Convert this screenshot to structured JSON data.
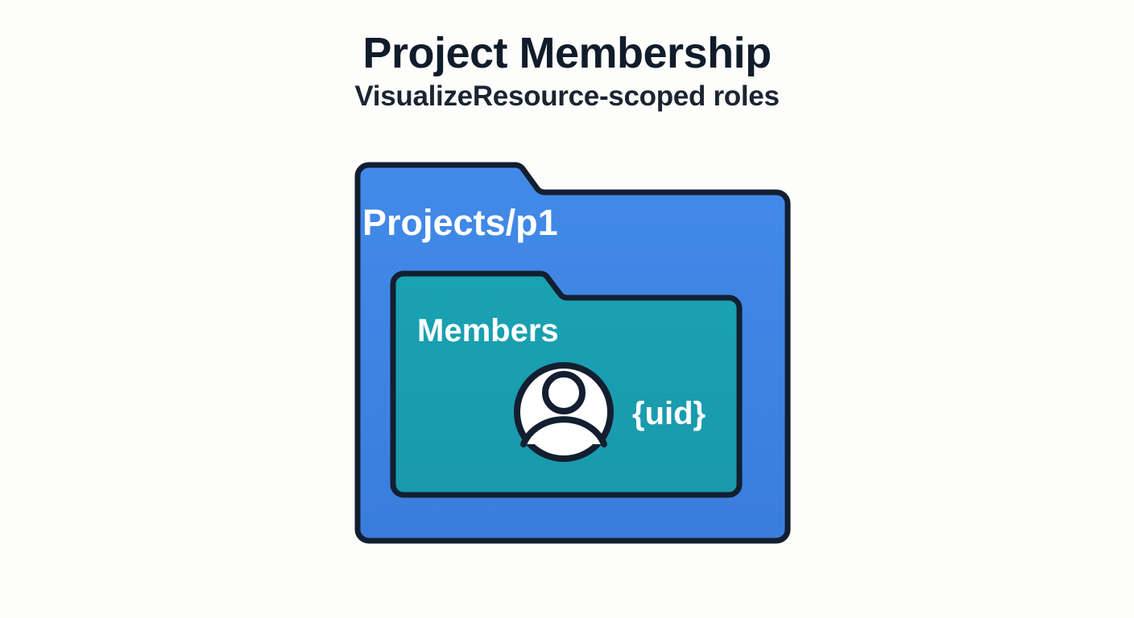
{
  "page": {
    "background_color": "#fdfdfc",
    "title": "Project Membership",
    "subtitle": "VisualizeResource-scoped roles"
  },
  "diagram": {
    "type": "nested-folder-diagram",
    "stroke_color": "#131f30",
    "outer_folder": {
      "name": "outer-folder",
      "label": "Projects/p1",
      "fill_color": "#3b82e6",
      "label_color": "#ffffff"
    },
    "inner_folder": {
      "name": "inner-folder",
      "label": "Members",
      "fill_color": "#1a9cb0",
      "label_color": "#ffffff",
      "member_entry": {
        "icon": "user-avatar-icon",
        "icon_fill": "#ffffff",
        "label": "{uid}",
        "label_color": "#ffffff"
      }
    }
  }
}
